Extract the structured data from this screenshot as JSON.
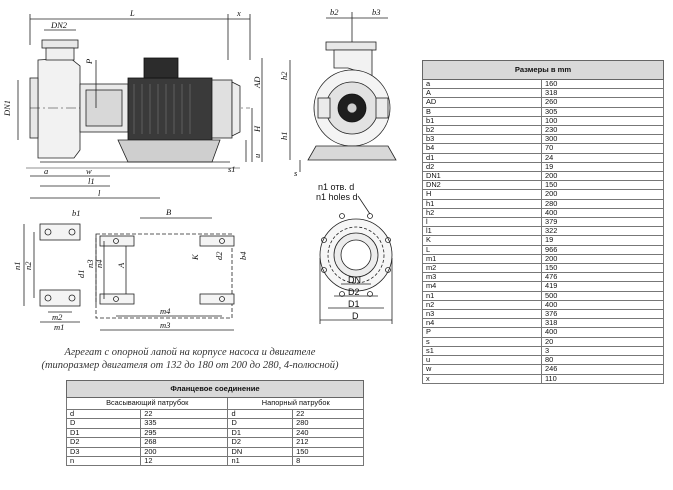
{
  "drawing_labels": {
    "L": "L",
    "x": "x",
    "DN2": "DN2",
    "DN1": "DN1",
    "P": "P",
    "AD": "AD",
    "h2": "h2",
    "h1": "h1",
    "H": "H",
    "u": "u",
    "s1": "s1",
    "a": "a",
    "w": "w",
    "l1": "l1",
    "l": "l",
    "b2": "b2",
    "b3": "b3",
    "s": "s",
    "b1": "b1",
    "n1": "n1",
    "n2": "n2",
    "d1": "d1",
    "m2": "m2",
    "m1": "m1",
    "B": "B",
    "n3": "n3",
    "n4": "n4",
    "A": "A",
    "K": "K",
    "d2": "d2",
    "b4": "b4",
    "m4": "m4",
    "m3": "m3",
    "holes_ru": "n1 отв. d",
    "holes_en": "n1 holes d",
    "DN": "DN",
    "D2": "D2",
    "D1": "D1",
    "D": "D"
  },
  "caption": {
    "line1": "Агрегат с опорной лапой на корпусе насоса и двигателе",
    "line2": "(типоразмер двигателя от 132 до 180 от 200 до 280, 4-полюсной)"
  },
  "dimensions_table": {
    "title": "Размеры в mm",
    "rows": [
      [
        "a",
        "160"
      ],
      [
        "A",
        "318"
      ],
      [
        "AD",
        "260"
      ],
      [
        "B",
        "305"
      ],
      [
        "b1",
        "100"
      ],
      [
        "b2",
        "230"
      ],
      [
        "b3",
        "300"
      ],
      [
        "b4",
        "70"
      ],
      [
        "d1",
        "24"
      ],
      [
        "d2",
        "19"
      ],
      [
        "DN1",
        "200"
      ],
      [
        "DN2",
        "150"
      ],
      [
        "H",
        "200"
      ],
      [
        "h1",
        "280"
      ],
      [
        "h2",
        "400"
      ],
      [
        "l",
        "379"
      ],
      [
        "l1",
        "322"
      ],
      [
        "K",
        "19"
      ],
      [
        "L",
        "966"
      ],
      [
        "m1",
        "200"
      ],
      [
        "m2",
        "150"
      ],
      [
        "m3",
        "476"
      ],
      [
        "m4",
        "419"
      ],
      [
        "n1",
        "500"
      ],
      [
        "n2",
        "400"
      ],
      [
        "n3",
        "376"
      ],
      [
        "n4",
        "318"
      ],
      [
        "P",
        "400"
      ],
      [
        "s",
        "20"
      ],
      [
        "s1",
        "3"
      ],
      [
        "u",
        "80"
      ],
      [
        "w",
        "246"
      ],
      [
        "x",
        "110"
      ]
    ]
  },
  "flange_table": {
    "title": "Фланцевое соединение",
    "suction_header": "Всасывающий патрубок",
    "discharge_header": "Напорный патрубок",
    "rows": [
      [
        "d",
        "22",
        "d",
        "22"
      ],
      [
        "D",
        "335",
        "D",
        "280"
      ],
      [
        "D1",
        "295",
        "D1",
        "240"
      ],
      [
        "D2",
        "268",
        "D2",
        "212"
      ],
      [
        "D3",
        "200",
        "DN",
        "150"
      ],
      [
        "n",
        "12",
        "n1",
        "8"
      ]
    ]
  }
}
